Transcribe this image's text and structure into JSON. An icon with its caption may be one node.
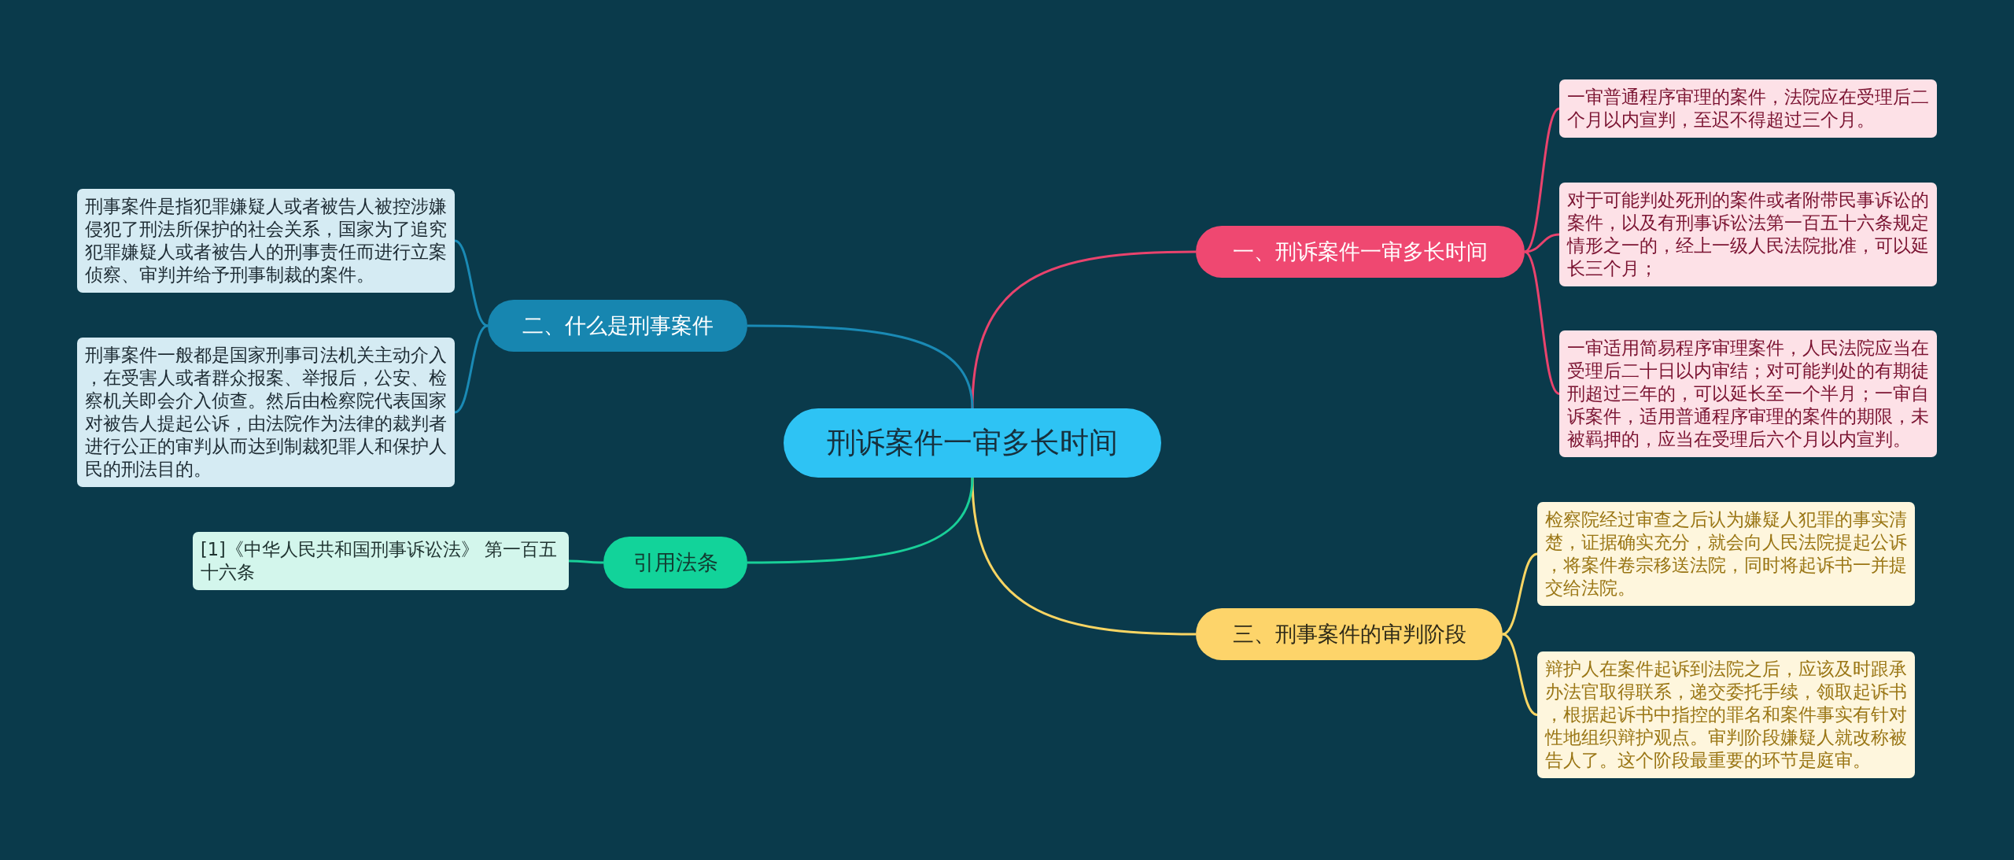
{
  "diagram": {
    "nodes": [
      {
        "text": [
          "刑诉案件一审多长时间"
        ]
      },
      {
        "text": [
          "一、刑诉案件一审多长时间"
        ]
      },
      {
        "text": [
          "一审普通程序审理的案件，法院应在受理后二个月以内宣判，至迟不得超过三个月。"
        ]
      },
      {
        "text": [
          "对于可能判处死刑的案件或者附带民事诉讼的案件，以及有刑事诉讼法第一百五十六条规定情形之一的，经上一级人民法院批准，可以延长三个月；"
        ]
      },
      {
        "text": [
          "一审适用简易程序审理案件，人民法院应当在受理后二十日以内审结；对可能判处的有期徒刑超过三年的，可以延长至一个半月；一审自诉案件，适用普通程序审理的案件的期限，未被羁押的，应当在受理后六个月以内宣判。"
        ]
      },
      {
        "text": [
          "二、什么是刑事案件"
        ]
      },
      {
        "text": [
          "刑事案件是指犯罪嫌疑人或者被告人被控涉嫌侵犯了刑法所保护的社会关系，国家为了追究犯罪嫌疑人或者被告人的刑事责任而进行立案侦察、审判并给予刑事制裁的案件。"
        ]
      },
      {
        "text": [
          "刑事案件一般都是国家刑事司法机关主动介入，在受害人或者群众报案、举报后，公安、检察机关即会介入侦查。然后由检察院代表国家对被告人提起公诉，由法院作为法律的裁判者进行公正的审判从而达到制裁犯罪人和保护人民的刑法目的。"
        ]
      },
      {
        "text": [
          "三、刑事案件的审判阶段"
        ]
      },
      {
        "text": [
          "检察院经过审查之后认为嫌疑人犯罪的事实清楚，证据确实充分，就会向人民法院提起公诉，将案件卷宗移送法院，同时将起诉书一并提交给法院。"
        ]
      },
      {
        "text": [
          "辩护人在案件起诉到法院之后，应该及时跟承办法官取得联系，递交委托手续，领取起诉书，根据起诉书中指控的罪名和案件事实有针对性地组织辩护观点。审判阶段嫌疑人就改称被告人了。这个阶段最重要的环节是庭审。"
        ]
      },
      {
        "text": [
          "引用法条"
        ]
      },
      {
        "text": [
          "[1]《中华人民共和国刑事诉讼法》 第一百五十六条"
        ]
      }
    ],
    "edges": [
      {
        "from": 0,
        "to": 1,
        "arrow": "none",
        "color": "#e9436d"
      },
      {
        "from": 1,
        "to": 2,
        "arrow": "none",
        "color": "#e9436d"
      },
      {
        "from": 1,
        "to": 3,
        "arrow": "none",
        "color": "#e9436d"
      },
      {
        "from": 1,
        "to": 4,
        "arrow": "none",
        "color": "#e9436d"
      },
      {
        "from": 0,
        "to": 5,
        "arrow": "none",
        "color": "#1a8ab5"
      },
      {
        "from": 5,
        "to": 6,
        "arrow": "none",
        "color": "#1a8ab5"
      },
      {
        "from": 5,
        "to": 7,
        "arrow": "none",
        "color": "#1a8ab5"
      },
      {
        "from": 0,
        "to": 8,
        "arrow": "none",
        "color": "#f9d563"
      },
      {
        "from": 8,
        "to": 9,
        "arrow": "none",
        "color": "#f9d563"
      },
      {
        "from": 8,
        "to": 10,
        "arrow": "none",
        "color": "#f9d563"
      },
      {
        "from": 0,
        "to": 11,
        "arrow": "none",
        "color": "#19cf98"
      },
      {
        "from": 11,
        "to": 12,
        "arrow": "none",
        "color": "#19cf98"
      }
    ]
  }
}
